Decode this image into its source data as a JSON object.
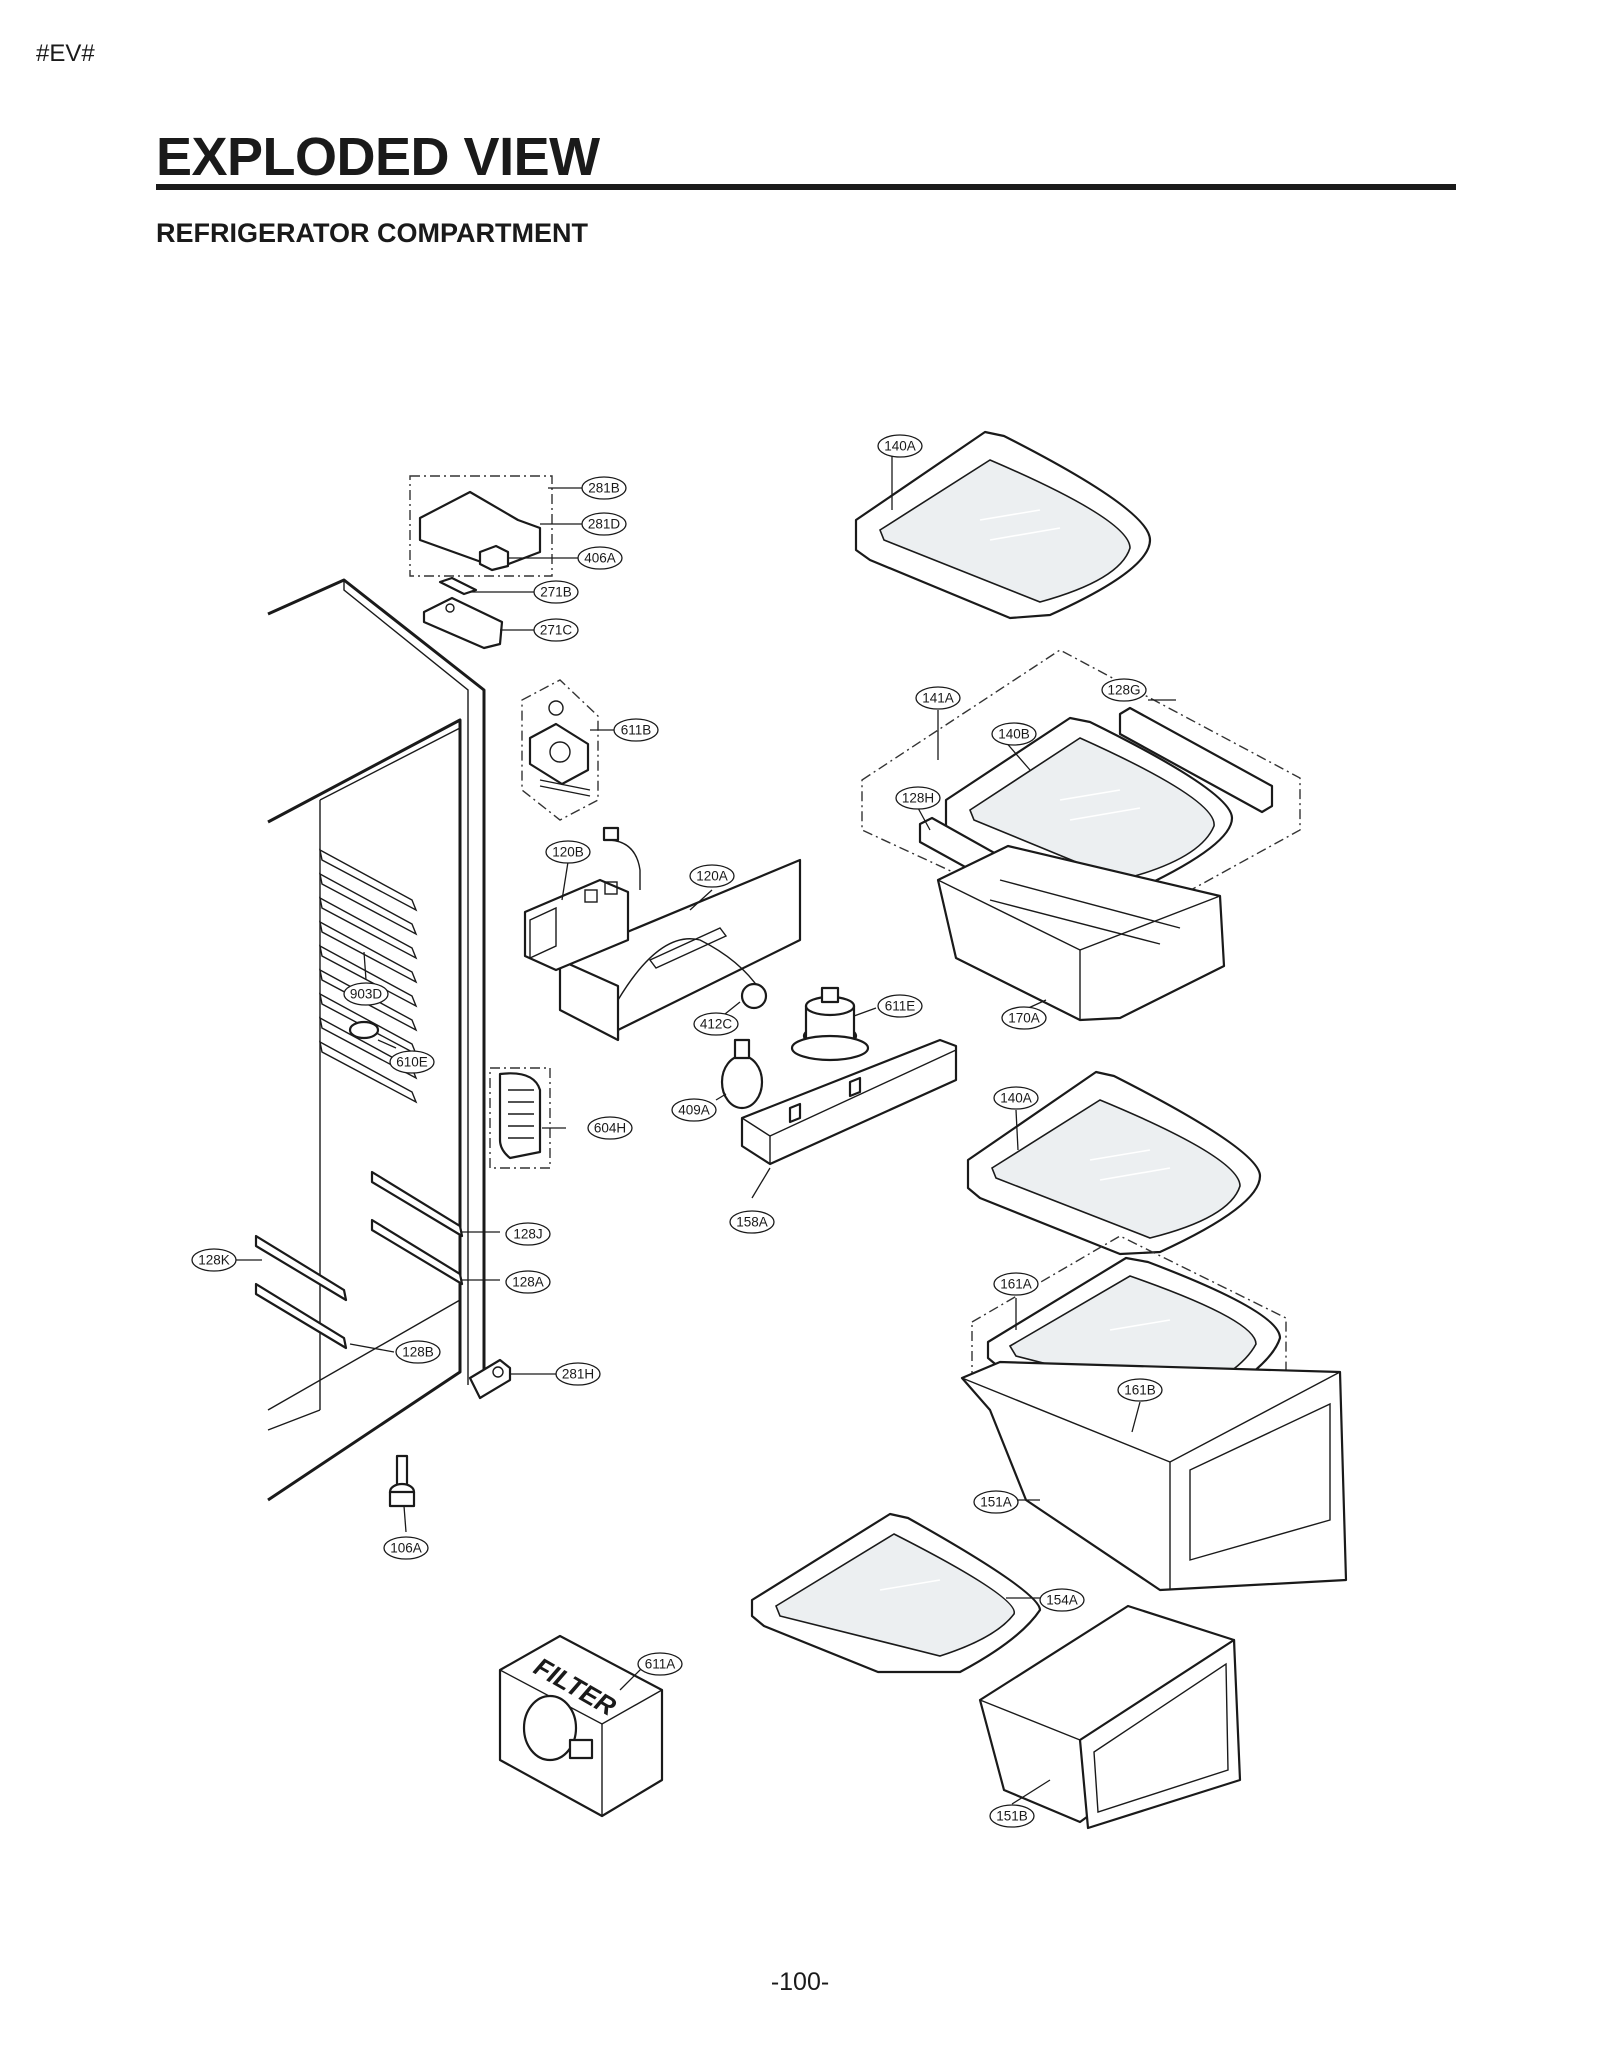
{
  "header": {
    "tag": "#EV#",
    "title": "EXPLODED VIEW",
    "subtitle": "REFRIGERATOR COMPARTMENT"
  },
  "footer": {
    "page_number": "-100-"
  },
  "filter_label": "FILTER",
  "callouts": {
    "c140A_top": "140A",
    "c281B": "281B",
    "c281D": "281D",
    "c406A": "406A",
    "c271B": "271B",
    "c271C": "271C",
    "c141A": "141A",
    "c128G": "128G",
    "c140B": "140B",
    "c611B": "611B",
    "c128H": "128H",
    "c120B": "120B",
    "c120A": "120A",
    "c903D": "903D",
    "c611E": "611E",
    "c170A": "170A",
    "c412C": "412C",
    "c610E": "610E",
    "c409A": "409A",
    "c140A_mid": "140A",
    "c604H": "604H",
    "c158A": "158A",
    "c128J": "128J",
    "c128K": "128K",
    "c128A": "128A",
    "c161A": "161A",
    "c128B": "128B",
    "c281H": "281H",
    "c161B": "161B",
    "c151A": "151A",
    "c106A": "106A",
    "c154A": "154A",
    "c611A": "611A",
    "c151B": "151B"
  }
}
